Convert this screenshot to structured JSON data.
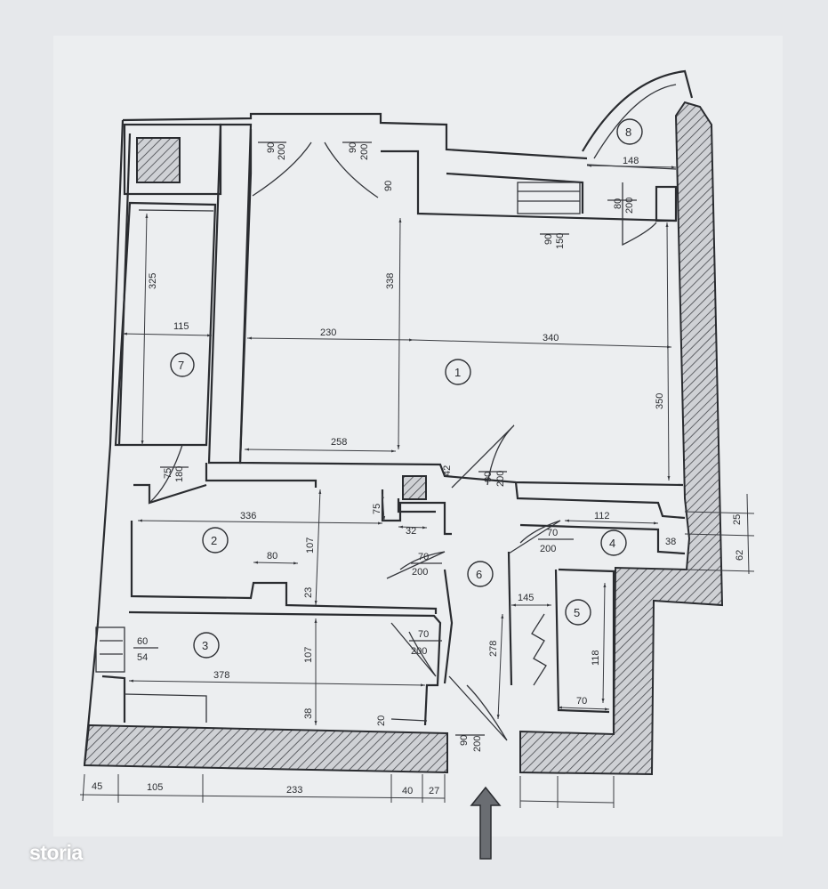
{
  "plan": {
    "rooms": [
      "1",
      "2",
      "3",
      "4",
      "5",
      "6",
      "7",
      "8"
    ],
    "dimensions": {
      "d230": "230",
      "d340": "340",
      "d338": "338",
      "d350": "350",
      "d258": "258",
      "d325": "325",
      "d115": "115",
      "d336": "336",
      "d107": "107",
      "d80": "80",
      "d23": "23",
      "d378": "378",
      "d38b": "38",
      "d107b": "107",
      "d20": "20",
      "d45": "45",
      "d105": "105",
      "d233": "233",
      "d40": "40",
      "d27": "27",
      "d145": "145",
      "d278": "278",
      "d118": "118",
      "d70": "70",
      "d112": "112",
      "d38": "38",
      "d25": "25",
      "d62": "62",
      "d148": "148",
      "d90": "90",
      "d32": "32",
      "d75": "75",
      "d42": "42"
    },
    "doors": {
      "top_left": {
        "w": "90",
        "h": "200"
      },
      "top_right": {
        "w": "90",
        "h": "200"
      },
      "balcony_window": {
        "w": "90",
        "h": "150"
      },
      "balcony_door": {
        "w": "80",
        "h": "200"
      },
      "room7": {
        "w": "75",
        "h": "180"
      },
      "room1": {
        "w": "90",
        "h": "200"
      },
      "room4": {
        "w": "70",
        "h": "200"
      },
      "room2": {
        "w": "70",
        "h": "200"
      },
      "room3": {
        "w": "70",
        "h": "200"
      },
      "entrance": {
        "w": "90",
        "h": "200"
      },
      "window3": {
        "w": "60",
        "h": "54"
      }
    }
  },
  "watermark": "storia"
}
